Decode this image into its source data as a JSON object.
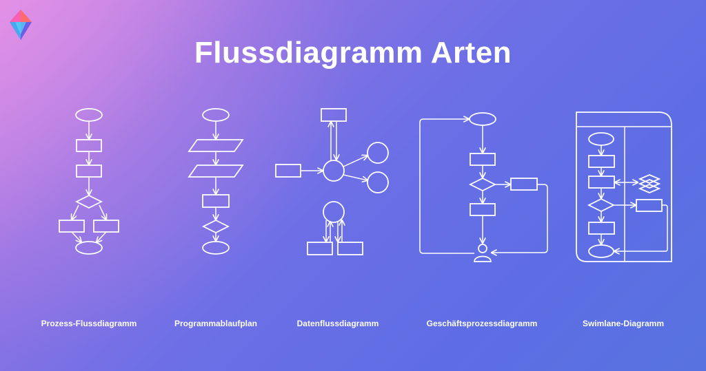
{
  "title": "Flussdiagramm Arten",
  "logo_icon": "gem-logo-icon",
  "colors": {
    "background_start": "#d98be6",
    "background_end": "#5873e0",
    "foreground": "#ffffff"
  },
  "diagrams": [
    {
      "label": "Prozess-Flussdiagramm"
    },
    {
      "label": "Programmablaufplan"
    },
    {
      "label": "Datenflussdiagramm"
    },
    {
      "label": "Geschäftsprozessdiagramm"
    },
    {
      "label": "Swimlane-Diagramm"
    }
  ]
}
